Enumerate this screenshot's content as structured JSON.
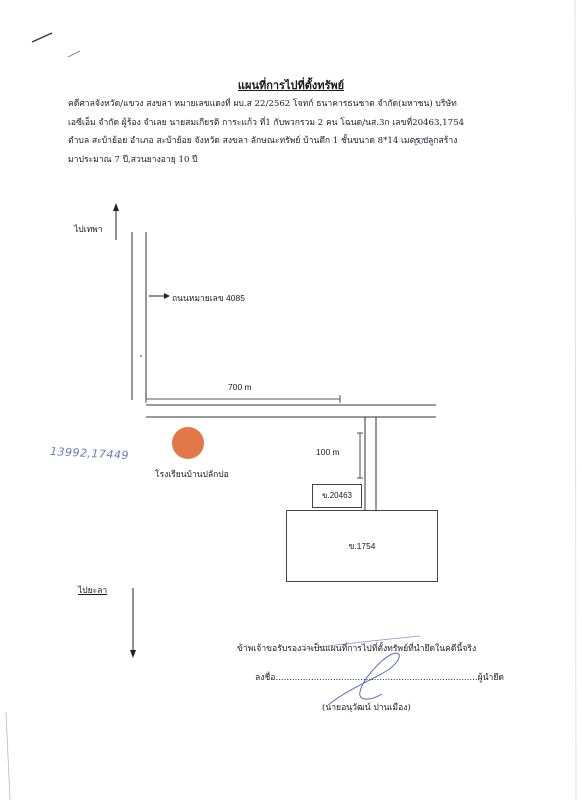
{
  "title": "แผนที่การไปที่ตั้งทรัพย์",
  "paragraph": [
    "คดีศาลจังหวัด/แขวง  สงขลา  หมายเลขแดงที่  ผบ.ส 22/2562 โจทก์ ธนาคารธนชาต จำกัด(มหาชน) บริษัท",
    "เอซีเอ็ม จำกัด ผู้ร้อง จำเลย  นายสมเกียรติ  การะแก้ว ที่1 กับพวกรวม 2 คน โฉนด/นส.3ก เลขที่20463,1754",
    "ตำบล สะบ้าย้อย อำเภอ สะบ้าย้อย จังหวัด สงขลา ลักษณะทรัพย์ บ้านตึก 1 ชั้นขนาด 8*14 เมตร ปลูกสร้าง",
    "มาประมาณ 7 ปี,สวนยางอายุ 10 ปี"
  ],
  "handwritten_correction": "10*",
  "map": {
    "north_label": "ไปเทพา",
    "south_label": "ไปยะลา",
    "road_label": "ถนนหมายเลข  4085",
    "distance_horizontal": "700 m",
    "distance_vertical": "100 m",
    "school_label": "โรงเรียนบ้านปลักปอ",
    "school_color": "#e2774a",
    "parcel_small": "ข.20463",
    "parcel_large": "ข.1754",
    "coordinates_handwritten": "13992,17449"
  },
  "certification": {
    "statement": "ข้าพเจ้าขอรับรองว่าเป็นแผนที่การไปที่ตั้งทรัพย์ที่นำยึดในคดีนี้จริง",
    "sign_prefix": "ลงชื่อ..........................................................................",
    "sign_suffix": "ผู้นำยึด",
    "signer": "(นายอนุวัฒน์   ปานเมือง)"
  }
}
